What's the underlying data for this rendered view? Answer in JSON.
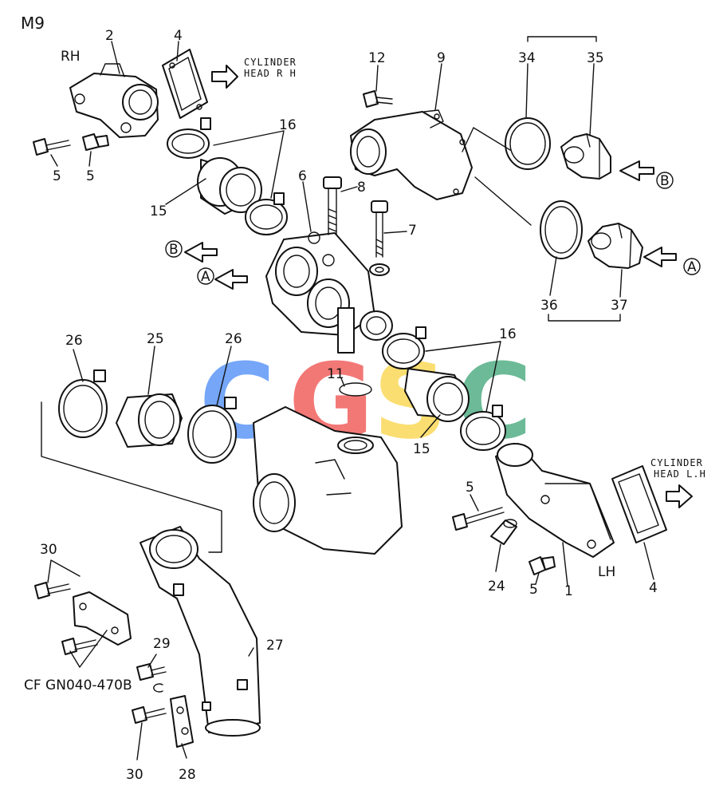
{
  "diagram": {
    "page_code": "M9",
    "side_rh": "RH",
    "side_lh": "LH",
    "reference_note": "CF GN040-470B",
    "flow_markers": {
      "a": "A",
      "b": "B"
    },
    "arrow_labels": {
      "rh_line1": "CYLINDER",
      "rh_line2": "HEAD R H",
      "lh_line1": "CYLINDER",
      "lh_line2": "HEAD L.H"
    },
    "callouts": {
      "c2": "2",
      "c4a": "4",
      "c5a": "5",
      "c5b": "5",
      "c16a": "16",
      "c15a": "15",
      "c6": "6",
      "c8": "8",
      "c7": "7",
      "c12": "12",
      "c9": "9",
      "c34": "34",
      "c35": "35",
      "c36": "36",
      "c37": "37",
      "c26a": "26",
      "c25": "25",
      "c26b": "26",
      "c11": "11",
      "c16b": "16",
      "c15b": "15",
      "c5c": "5",
      "c24": "24",
      "c5d": "5",
      "c1": "1",
      "c4b": "4",
      "c30a": "30",
      "c29": "29",
      "c27": "27",
      "c30b": "30",
      "c28": "28"
    },
    "watermark": {
      "letters": [
        "C",
        "G",
        "S",
        "C"
      ],
      "colors": [
        "#4f8ef7",
        "#ef5350",
        "#fbd54a",
        "#43a77a"
      ]
    }
  }
}
